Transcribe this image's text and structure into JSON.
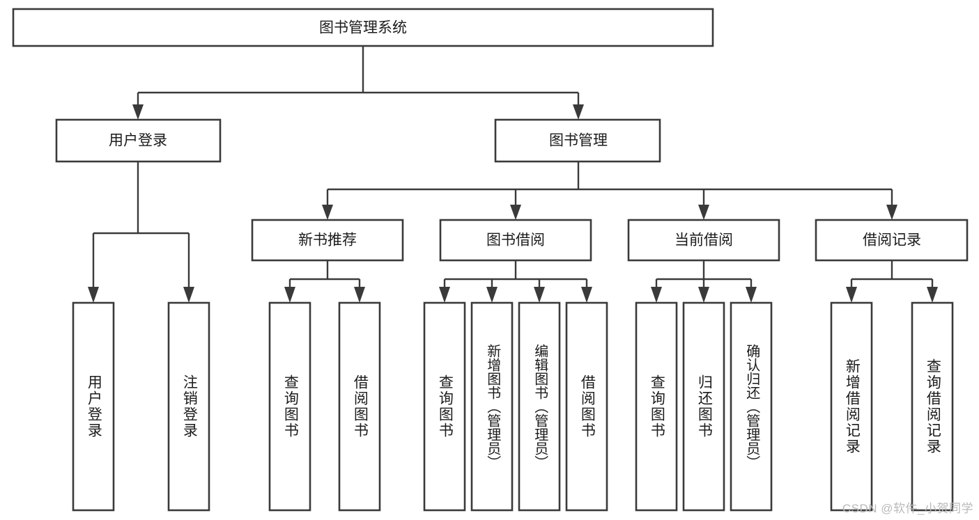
{
  "diagram": {
    "title": "图书管理系统",
    "type": "tree",
    "watermark": "CSDN @软件_小贺同学",
    "colors": {
      "stroke": "#3a3a3a",
      "box_fill": "#ffffff",
      "text": "#1b1b1b",
      "background": "#ffffff",
      "watermark": "#b9b9b9"
    },
    "levels": {
      "root": "图书管理系统",
      "level2": [
        "用户登录",
        "图书管理"
      ],
      "level3": [
        "新书推荐",
        "图书借阅",
        "当前借阅",
        "借阅记录"
      ]
    },
    "nodes": {
      "root": {
        "label": "图书管理系统"
      },
      "user_login": {
        "label": "用户登录"
      },
      "book_manage": {
        "label": "图书管理"
      },
      "new_book_rec": {
        "label": "新书推荐"
      },
      "book_borrow": {
        "label": "图书借阅"
      },
      "current_borrow": {
        "label": "当前借阅"
      },
      "borrow_record": {
        "label": "借阅记录"
      }
    },
    "leaves": {
      "user_login": [
        "用户登录",
        "注销登录"
      ],
      "new_book_rec": [
        "查询图书",
        "借阅图书"
      ],
      "book_borrow": [
        "查询图书",
        "新增图书（管理员）",
        "编辑图书（管理员）",
        "借阅图书"
      ],
      "current_borrow": [
        "查询图书",
        "归还图书",
        "确认归还（管理员）"
      ],
      "borrow_record": [
        "新增借阅记录",
        "查询借阅记录"
      ]
    },
    "edges": [
      {
        "from": "图书管理系统",
        "to": "用户登录"
      },
      {
        "from": "图书管理系统",
        "to": "图书管理"
      },
      {
        "from": "图书管理",
        "to": "新书推荐"
      },
      {
        "from": "图书管理",
        "to": "图书借阅"
      },
      {
        "from": "图书管理",
        "to": "当前借阅"
      },
      {
        "from": "图书管理",
        "to": "借阅记录"
      },
      {
        "from": "用户登录",
        "to": "用户登录"
      },
      {
        "from": "用户登录",
        "to": "注销登录"
      },
      {
        "from": "新书推荐",
        "to": "查询图书"
      },
      {
        "from": "新书推荐",
        "to": "借阅图书"
      },
      {
        "from": "图书借阅",
        "to": "查询图书"
      },
      {
        "from": "图书借阅",
        "to": "新增图书（管理员）"
      },
      {
        "from": "图书借阅",
        "to": "编辑图书（管理员）"
      },
      {
        "from": "图书借阅",
        "to": "借阅图书"
      },
      {
        "from": "当前借阅",
        "to": "查询图书"
      },
      {
        "from": "当前借阅",
        "to": "归还图书"
      },
      {
        "from": "当前借阅",
        "to": "确认归还（管理员）"
      },
      {
        "from": "借阅记录",
        "to": "新增借阅记录"
      },
      {
        "from": "借阅记录",
        "to": "查询借阅记录"
      }
    ]
  }
}
